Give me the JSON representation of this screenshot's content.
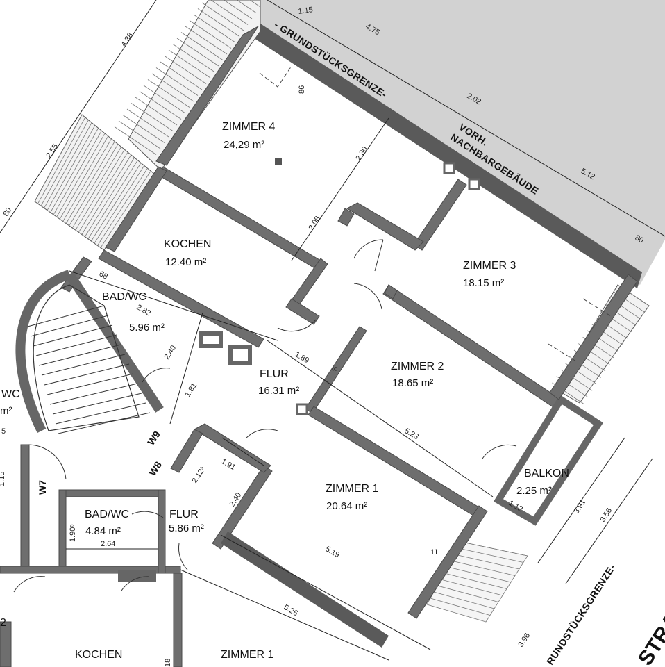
{
  "rooms": {
    "zimmer4": {
      "name": "ZIMMER 4",
      "area": "24,29 m²"
    },
    "kochen": {
      "name": "KOCHEN",
      "area": "12.40 m²"
    },
    "badwc1": {
      "name": "BAD/WC",
      "area": "5.96 m²"
    },
    "zimmer3": {
      "name": "ZIMMER 3",
      "area": "18.15 m²"
    },
    "zimmer2": {
      "name": "ZIMMER 2",
      "area": "18.65 m²"
    },
    "flur1": {
      "name": "FLUR",
      "area": "16.31 m²"
    },
    "zimmer1": {
      "name": "ZIMMER 1",
      "area": "20.64 m²"
    },
    "balkon": {
      "name": "BALKON",
      "area": "2.25 m²"
    },
    "badwc2": {
      "name": "BAD/WC",
      "area": "4.84 m²"
    },
    "flur2": {
      "name": "FLUR",
      "area": "5.86 m²"
    },
    "kochen_bottom": {
      "name": "KOCHEN"
    },
    "zimmer1_bottom": {
      "name": "ZIMMER 1"
    },
    "wc_partial": {
      "name": "WC",
      "area": "m²"
    },
    "partial_2": {
      "name": "2"
    }
  },
  "labels": {
    "grundstuecksgrenze_top": "- GRUNDSTÜCKSGRENZE-",
    "nachbar_line1": "VORH.",
    "nachbar_line2": "NACHBARGEBÄUDE",
    "grundstuecksgrenze_bottom": "RUNDSTÜCKSGRENZE-",
    "street": "STRA",
    "w9": "W9",
    "w8": "W8",
    "w7": "W7"
  },
  "dims": {
    "d_115": "1.15",
    "d_475": "4.75",
    "d_438": "4.38",
    "d_86": "86",
    "d_202": "2.02",
    "d_255": "2.55",
    "d_230": "2.30",
    "d_512": "5.12",
    "d_80a": "80",
    "d_80b": "80",
    "d_208": "2.08",
    "d_68": "68",
    "d_282": "2.82",
    "d_240a": "2.40",
    "d_181": "1.81",
    "d_189": "1.89",
    "d_8": "8",
    "d_523": "5.23",
    "d_191": "1.91",
    "d_2125": "2.12⁵",
    "d_240b": "2.40",
    "d_112": "1.12",
    "d_391": "3.91",
    "d_356": "3.56",
    "d_1905": "1.90⁵",
    "d_264": "2.64",
    "d_519": "5.19",
    "d_11": "11",
    "d_526": "5.26",
    "d_396": "3.96",
    "d_18": "18",
    "d_115b": "1.15",
    "d_5": "5"
  },
  "colors": {
    "wall": "#6e6e6e",
    "neighbor": "#d2d2d2",
    "line": "#222222"
  }
}
